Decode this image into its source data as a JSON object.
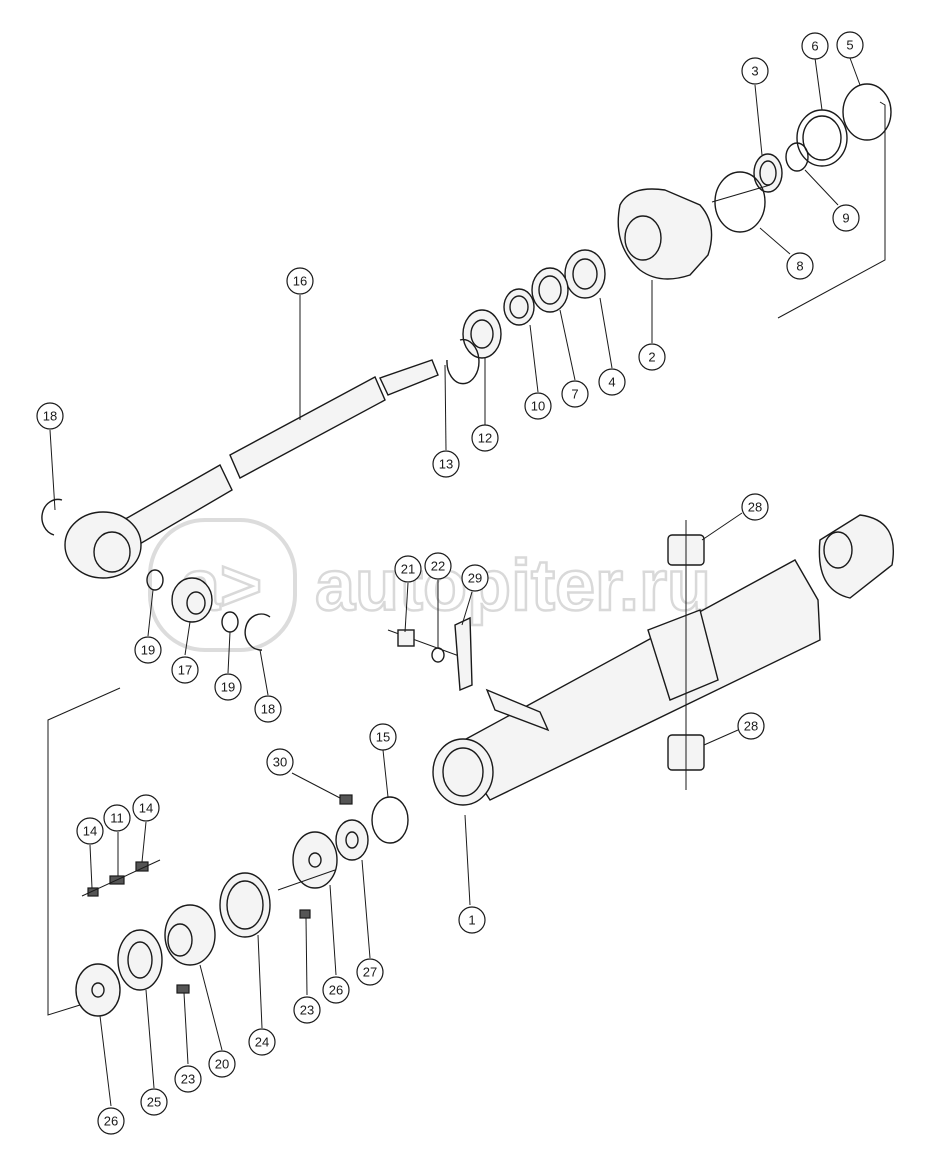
{
  "watermark": {
    "text": "autopiter.ru"
  },
  "callouts": [
    {
      "label": "1"
    },
    {
      "label": "2"
    },
    {
      "label": "3"
    },
    {
      "label": "4"
    },
    {
      "label": "5"
    },
    {
      "label": "6"
    },
    {
      "label": "7"
    },
    {
      "label": "8"
    },
    {
      "label": "9"
    },
    {
      "label": "10"
    },
    {
      "label": "11"
    },
    {
      "label": "12"
    },
    {
      "label": "13"
    },
    {
      "label": "14"
    },
    {
      "label": "14"
    },
    {
      "label": "15"
    },
    {
      "label": "16"
    },
    {
      "label": "17"
    },
    {
      "label": "18"
    },
    {
      "label": "18"
    },
    {
      "label": "19"
    },
    {
      "label": "19"
    },
    {
      "label": "20"
    },
    {
      "label": "21"
    },
    {
      "label": "22"
    },
    {
      "label": "23"
    },
    {
      "label": "23"
    },
    {
      "label": "24"
    },
    {
      "label": "25"
    },
    {
      "label": "26"
    },
    {
      "label": "26"
    },
    {
      "label": "27"
    },
    {
      "label": "28"
    },
    {
      "label": "28"
    },
    {
      "label": "29"
    },
    {
      "label": "30"
    }
  ]
}
